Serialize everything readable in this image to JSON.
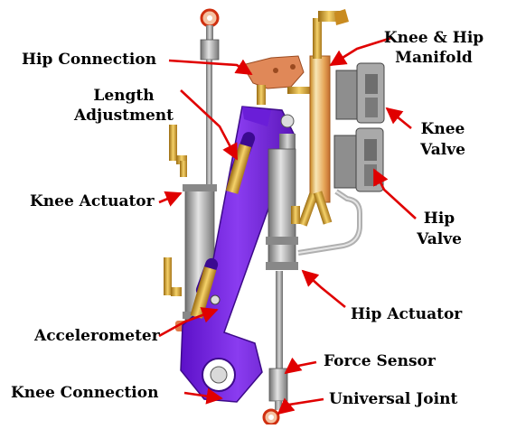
{
  "labels": {
    "hip_connection": "Hip Connection",
    "length_adjustment_1": "Length",
    "length_adjustment_2": "Adjustment",
    "knee_actuator": "Knee Actuator",
    "accelerometer": "Accelerometer",
    "knee_connection": "Knee Connection",
    "manifold_1": "Knee & Hip",
    "manifold_2": "Manifold",
    "knee_valve_1": "Knee",
    "knee_valve_2": "Valve",
    "hip_valve_1": "Hip",
    "hip_valve_2": "Valve",
    "hip_actuator": "Hip Actuator",
    "force_sensor": "Force Sensor",
    "universal_joint": "Universal Joint"
  },
  "colors": {
    "link_purple": "#7b22e8",
    "actuator_gray": "#a9a9a9",
    "brass": "#d9a62a",
    "copper": "#e07a48",
    "arrow_red": "#e00000"
  }
}
